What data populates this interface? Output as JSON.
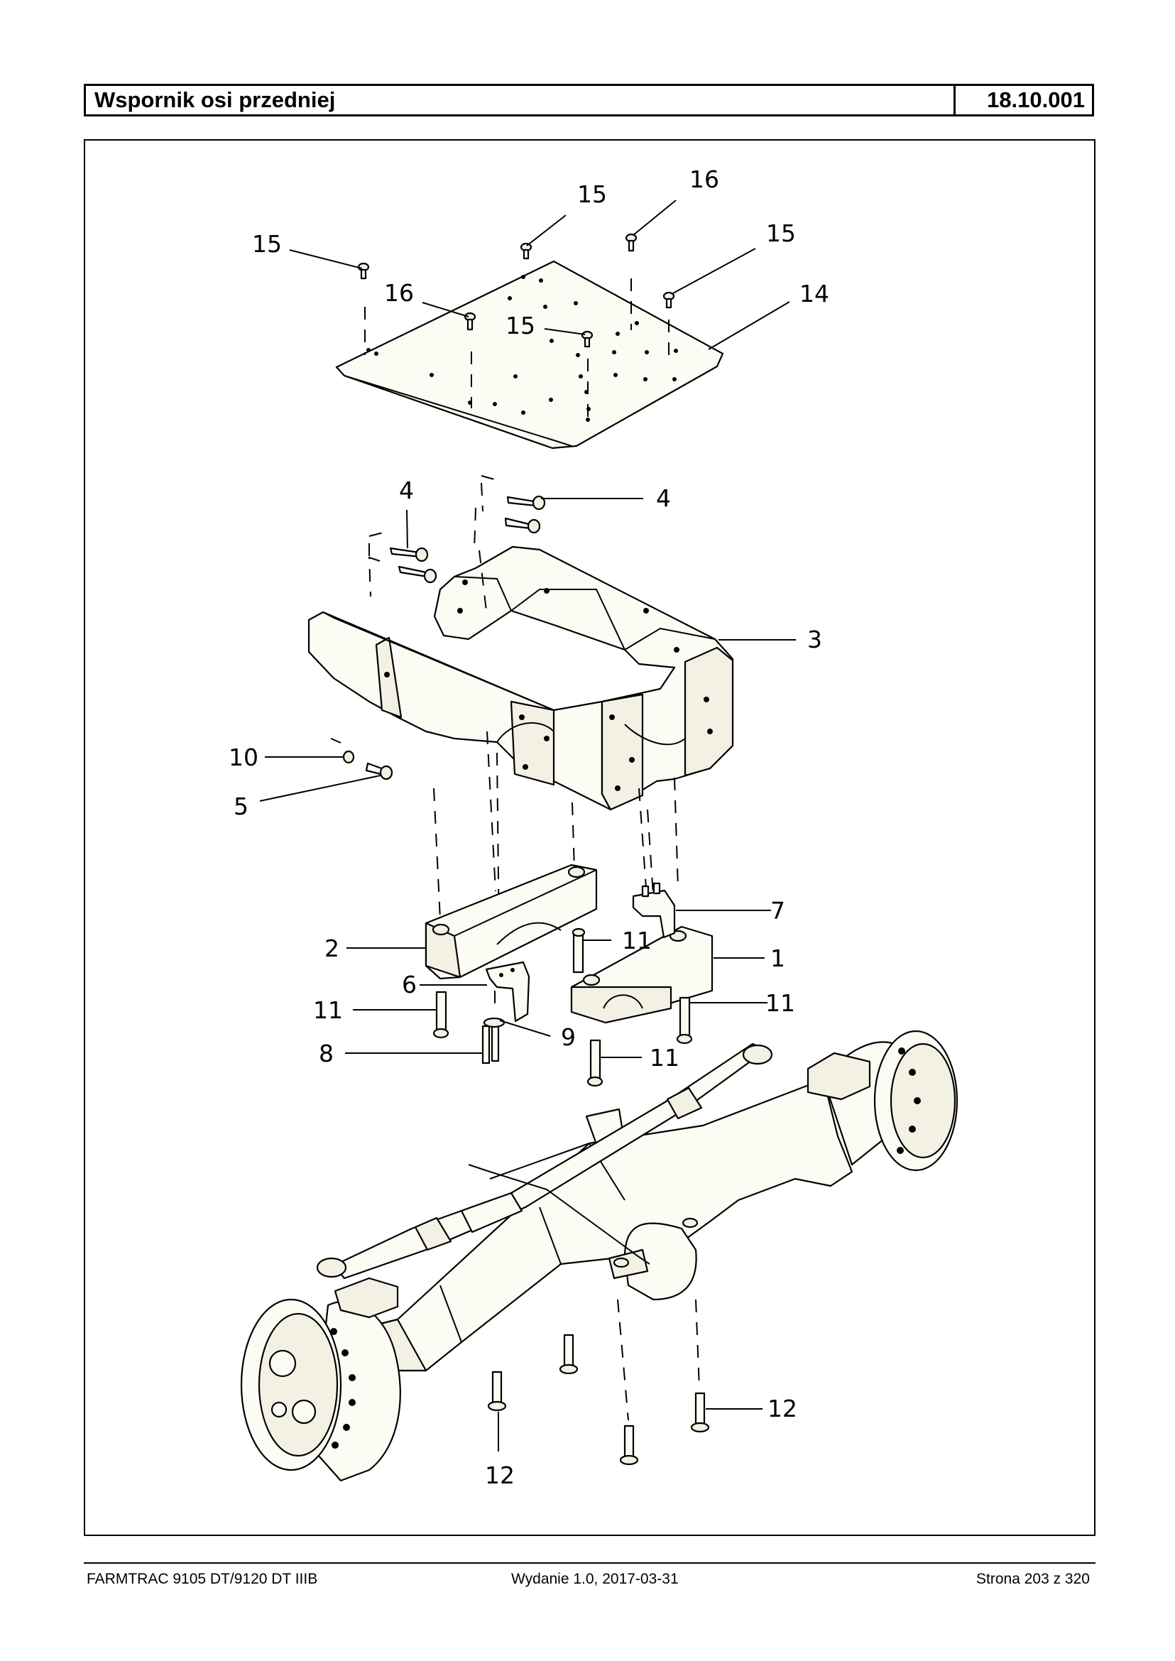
{
  "header": {
    "title": "Wspornik osi przedniej",
    "code": "18.10.001"
  },
  "footer": {
    "left": "FARMTRAC 9105 DT/9120 DT IIIB",
    "center": "Wydanie 1.0,  2017-03-31",
    "right": "Strona 203 z 320"
  },
  "callouts": [
    "15",
    "16",
    "15",
    "15",
    "15",
    "16",
    "14",
    "4",
    "4",
    "3",
    "10",
    "5",
    "7",
    "2",
    "11",
    "1",
    "6",
    "11",
    "9",
    "11",
    "8",
    "11",
    "12",
    "12"
  ]
}
